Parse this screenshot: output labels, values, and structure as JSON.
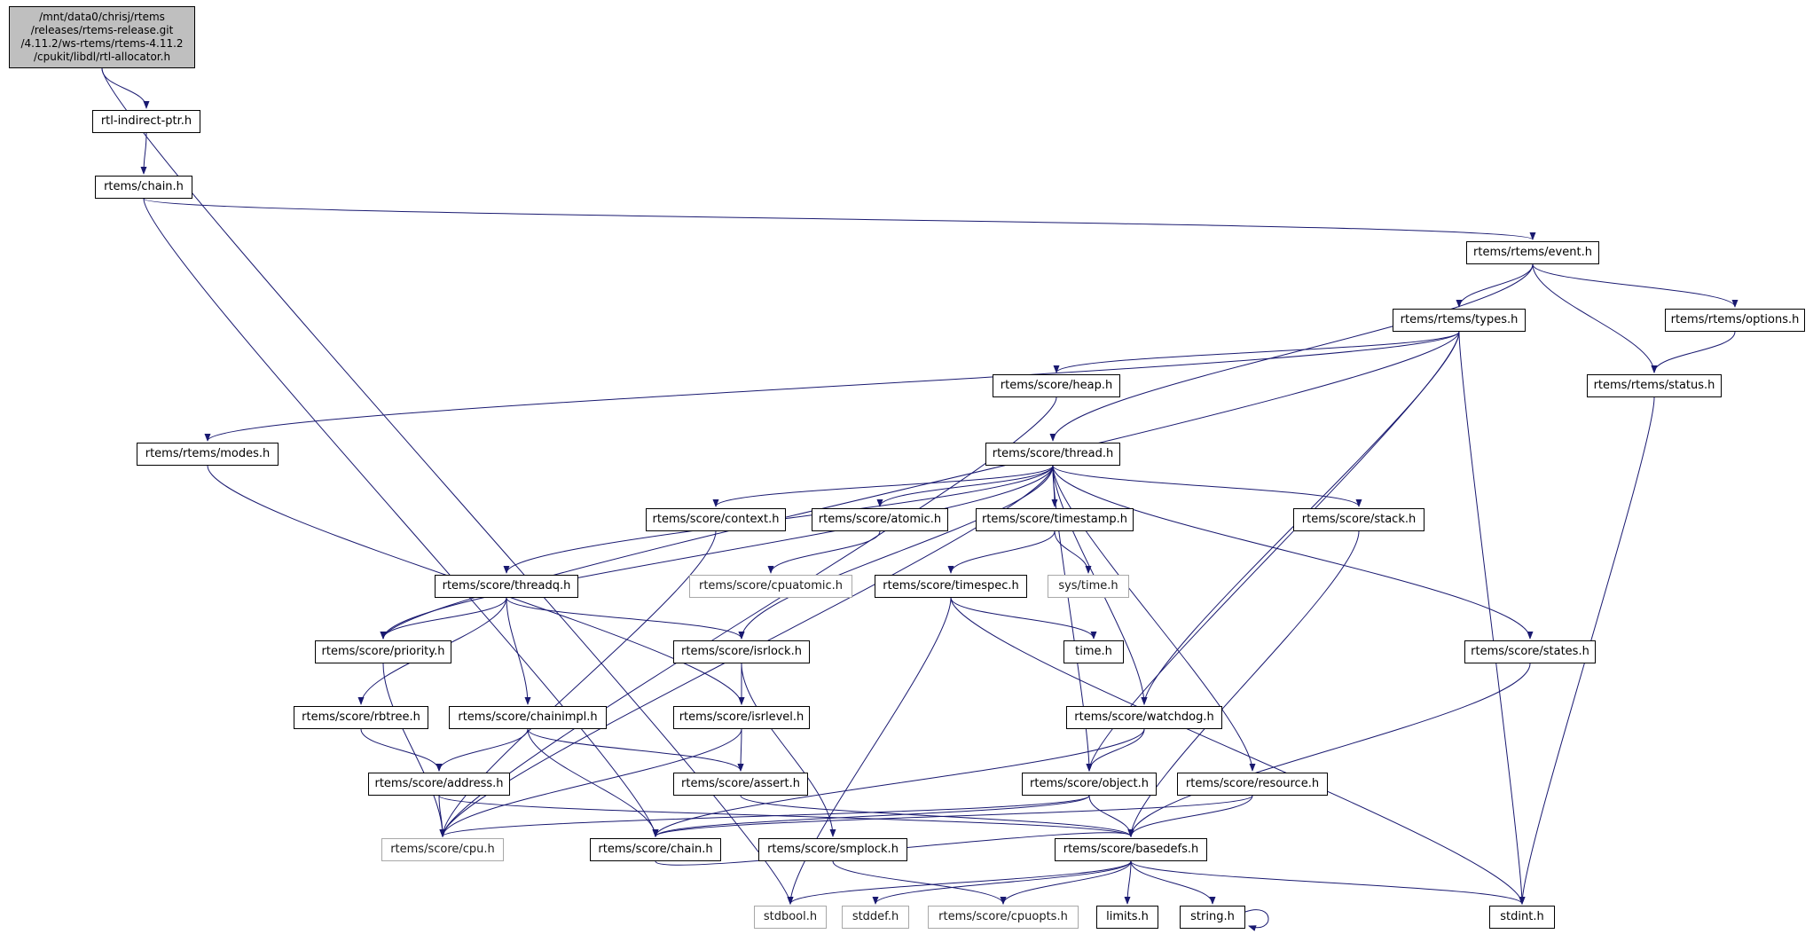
{
  "diagram": {
    "type": "doxygen-include-dependency-graph",
    "root_file": "/mnt/data0/chrisj/rtems/releases/rtems-release.git/4.11.2/ws-rtems/rtems-4.11.2/cpukit/libdl/rtl-allocator.h"
  },
  "colors": {
    "edge": "#191970",
    "root_fill": "#bfbfbf",
    "node_border": "#000000",
    "external_border": "#a8a8a8",
    "background": "#ffffff"
  },
  "nodes": {
    "root": {
      "label": "/mnt/data0/chrisj/rtems\n/releases/rtems-release.git\n/4.11.2/ws-rtems/rtems-4.11.2\n/cpukit/libdl/rtl-allocator.h"
    },
    "indirect": {
      "label": "rtl-indirect-ptr.h"
    },
    "chain": {
      "label": "rtems/chain.h"
    },
    "event": {
      "label": "rtems/rtems/event.h"
    },
    "types": {
      "label": "rtems/rtems/types.h"
    },
    "options": {
      "label": "rtems/rtems/options.h"
    },
    "status": {
      "label": "rtems/rtems/status.h"
    },
    "heap": {
      "label": "rtems/score/heap.h"
    },
    "modes": {
      "label": "rtems/rtems/modes.h"
    },
    "thread": {
      "label": "rtems/score/thread.h"
    },
    "context": {
      "label": "rtems/score/context.h"
    },
    "atomic": {
      "label": "rtems/score/atomic.h"
    },
    "timestamp": {
      "label": "rtems/score/timestamp.h"
    },
    "stack": {
      "label": "rtems/score/stack.h"
    },
    "threadq": {
      "label": "rtems/score/threadq.h"
    },
    "cpuatomic": {
      "label": "rtems/score/cpuatomic.h"
    },
    "timespec": {
      "label": "rtems/score/timespec.h"
    },
    "systime": {
      "label": "sys/time.h"
    },
    "priority": {
      "label": "rtems/score/priority.h"
    },
    "isrlock": {
      "label": "rtems/score/isrlock.h"
    },
    "time": {
      "label": "time.h"
    },
    "states": {
      "label": "rtems/score/states.h"
    },
    "rbtree": {
      "label": "rtems/score/rbtree.h"
    },
    "chainimpl": {
      "label": "rtems/score/chainimpl.h"
    },
    "isrlevel": {
      "label": "rtems/score/isrlevel.h"
    },
    "watchdog": {
      "label": "rtems/score/watchdog.h"
    },
    "address": {
      "label": "rtems/score/address.h"
    },
    "assert": {
      "label": "rtems/score/assert.h"
    },
    "object": {
      "label": "rtems/score/object.h"
    },
    "resource": {
      "label": "rtems/score/resource.h"
    },
    "cpu": {
      "label": "rtems/score/cpu.h"
    },
    "scorechain": {
      "label": "rtems/score/chain.h"
    },
    "smplock": {
      "label": "rtems/score/smplock.h"
    },
    "basedefs": {
      "label": "rtems/score/basedefs.h"
    },
    "stdbool": {
      "label": "stdbool.h"
    },
    "stddef": {
      "label": "stddef.h"
    },
    "cpuopts": {
      "label": "rtems/score/cpuopts.h"
    },
    "limits": {
      "label": "limits.h"
    },
    "stringh": {
      "label": "string.h"
    },
    "stdinth": {
      "label": "stdint.h"
    }
  },
  "edges": [
    [
      "root",
      "indirect"
    ],
    [
      "root",
      "stdbool"
    ],
    [
      "indirect",
      "chain"
    ],
    [
      "chain",
      "event"
    ],
    [
      "chain",
      "scorechain"
    ],
    [
      "event",
      "types"
    ],
    [
      "event",
      "options"
    ],
    [
      "event",
      "status"
    ],
    [
      "event",
      "thread"
    ],
    [
      "types",
      "modes"
    ],
    [
      "types",
      "heap"
    ],
    [
      "types",
      "object"
    ],
    [
      "types",
      "priority"
    ],
    [
      "types",
      "watchdog"
    ],
    [
      "types",
      "stdinth"
    ],
    [
      "options",
      "status"
    ],
    [
      "status",
      "stdinth"
    ],
    [
      "heap",
      "cpu"
    ],
    [
      "thread",
      "context"
    ],
    [
      "thread",
      "atomic"
    ],
    [
      "thread",
      "timestamp"
    ],
    [
      "thread",
      "stack"
    ],
    [
      "thread",
      "threadq"
    ],
    [
      "thread",
      "priority"
    ],
    [
      "thread",
      "states"
    ],
    [
      "thread",
      "watchdog"
    ],
    [
      "thread",
      "object"
    ],
    [
      "thread",
      "resource"
    ],
    [
      "thread",
      "cpu"
    ],
    [
      "thread",
      "isrlock"
    ],
    [
      "context",
      "cpu"
    ],
    [
      "atomic",
      "cpuatomic"
    ],
    [
      "timestamp",
      "timespec"
    ],
    [
      "timestamp",
      "systime"
    ],
    [
      "timespec",
      "time"
    ],
    [
      "timespec",
      "stdbool"
    ],
    [
      "timespec",
      "stdinth"
    ],
    [
      "stack",
      "basedefs"
    ],
    [
      "states",
      "basedefs"
    ],
    [
      "threadq",
      "priority"
    ],
    [
      "threadq",
      "rbtree"
    ],
    [
      "threadq",
      "chainimpl"
    ],
    [
      "threadq",
      "isrlock"
    ],
    [
      "priority",
      "cpu"
    ],
    [
      "isrlock",
      "isrlevel"
    ],
    [
      "isrlock",
      "smplock"
    ],
    [
      "isrlevel",
      "assert"
    ],
    [
      "isrlevel",
      "cpu"
    ],
    [
      "rbtree",
      "address"
    ],
    [
      "chainimpl",
      "address"
    ],
    [
      "chainimpl",
      "assert"
    ],
    [
      "chainimpl",
      "scorechain"
    ],
    [
      "address",
      "cpu"
    ],
    [
      "address",
      "basedefs"
    ],
    [
      "assert",
      "basedefs"
    ],
    [
      "watchdog",
      "object"
    ],
    [
      "watchdog",
      "scorechain"
    ],
    [
      "object",
      "basedefs"
    ],
    [
      "object",
      "scorechain"
    ],
    [
      "object",
      "cpu"
    ],
    [
      "resource",
      "basedefs"
    ],
    [
      "resource",
      "scorechain"
    ],
    [
      "scorechain",
      "basedefs"
    ],
    [
      "smplock",
      "cpuopts"
    ],
    [
      "modes",
      "isrlevel"
    ],
    [
      "basedefs",
      "stdbool"
    ],
    [
      "basedefs",
      "stddef"
    ],
    [
      "basedefs",
      "cpuopts"
    ],
    [
      "basedefs",
      "limits"
    ],
    [
      "basedefs",
      "stringh"
    ],
    [
      "basedefs",
      "stdinth"
    ],
    [
      "stringh",
      "stringh"
    ]
  ]
}
